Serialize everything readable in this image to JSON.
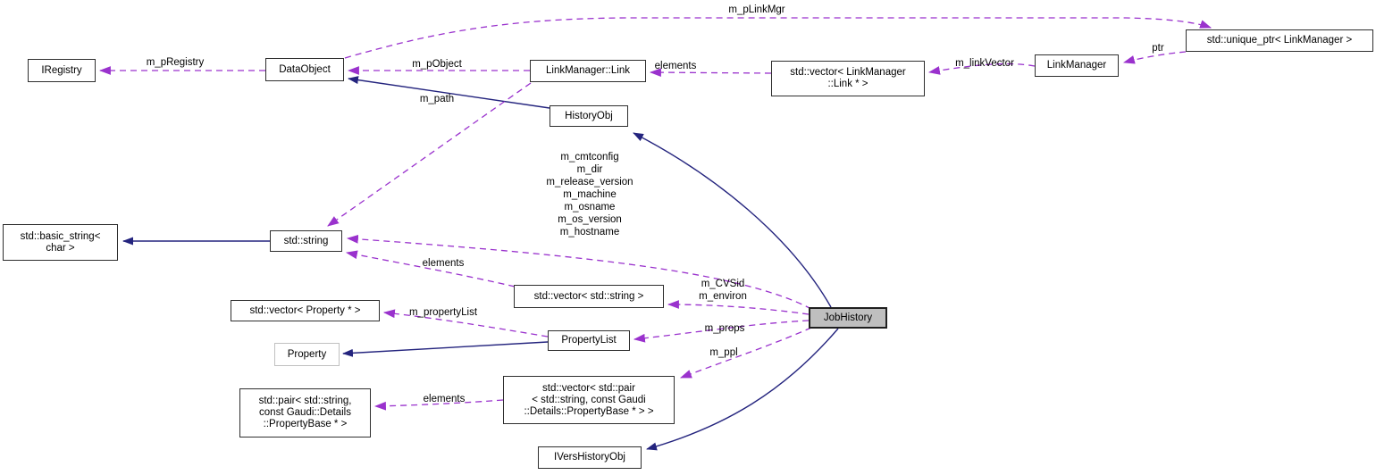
{
  "diagram_type": "doxygen-collaboration-graph",
  "colors": {
    "usage_edge": "#9a32cd",
    "inheritance_edge": "#24247e",
    "node_border": "#2e2e2e",
    "node_fill": "#ffffff",
    "current_node_fill": "#bfbfbf",
    "external_node_border": "#c0c0c0",
    "background": "#ffffff"
  },
  "nodes": [
    {
      "id": "iregistry",
      "label": "IRegistry"
    },
    {
      "id": "dataobject",
      "label": "DataObject"
    },
    {
      "id": "lmlink",
      "label": "LinkManager::Link"
    },
    {
      "id": "veclmlink",
      "label": "std::vector< LinkManager\n::Link * >"
    },
    {
      "id": "linkmanager",
      "label": "LinkManager"
    },
    {
      "id": "uniqueptr",
      "label": "std::unique_ptr< LinkManager >"
    },
    {
      "id": "historyobj",
      "label": "HistoryObj"
    },
    {
      "id": "basicstring",
      "label": "std::basic_string<\nchar >"
    },
    {
      "id": "stdstring",
      "label": "std::string"
    },
    {
      "id": "vecstring",
      "label": "std::vector< std::string >"
    },
    {
      "id": "vecproperty",
      "label": "std::vector< Property * >"
    },
    {
      "id": "propertylist",
      "label": "PropertyList"
    },
    {
      "id": "property",
      "label": "Property"
    },
    {
      "id": "stdpair",
      "label": "std::pair< std::string,\nconst Gaudi::Details\n::PropertyBase * >"
    },
    {
      "id": "vecpair",
      "label": "std::vector< std::pair\n< std::string, const Gaudi\n::Details::PropertyBase * > >"
    },
    {
      "id": "ivershistoryobj",
      "label": "IVersHistoryObj"
    },
    {
      "id": "jobhistory",
      "label": "JobHistory"
    }
  ],
  "edge_labels": [
    {
      "id": "m_pLinkMgr",
      "text": "m_pLinkMgr"
    },
    {
      "id": "m_pRegistry",
      "text": "m_pRegistry"
    },
    {
      "id": "m_pObject",
      "text": "m_pObject"
    },
    {
      "id": "elements_links",
      "text": "elements"
    },
    {
      "id": "m_linkVector",
      "text": "m_linkVector"
    },
    {
      "id": "ptr",
      "text": "ptr"
    },
    {
      "id": "m_path",
      "text": "m_path"
    },
    {
      "id": "jobhistory_string_members",
      "text": "m_cmtconfig\nm_dir\nm_release_version\nm_machine\nm_osname\nm_os_version\nm_hostname"
    },
    {
      "id": "elements_strings",
      "text": "elements"
    },
    {
      "id": "m_CVSid_m_environ",
      "text": "m_CVSid\nm_environ"
    },
    {
      "id": "m_propertyList",
      "text": "m_propertyList"
    },
    {
      "id": "m_props",
      "text": "m_props"
    },
    {
      "id": "m_ppl",
      "text": "m_ppl"
    },
    {
      "id": "elements_pairs",
      "text": "elements"
    }
  ]
}
